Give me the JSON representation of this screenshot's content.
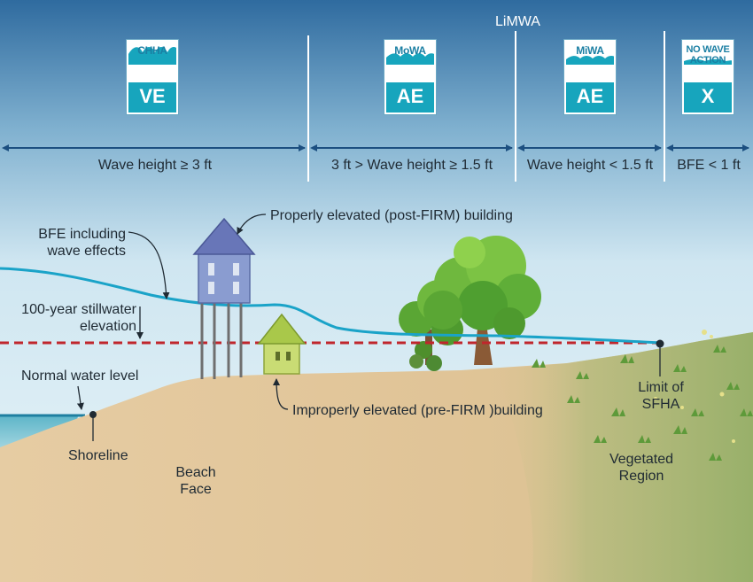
{
  "header": {
    "limwa_label": "LiMWA"
  },
  "zones": [
    {
      "badge_sub": "CHHA",
      "badge_zone": "VE",
      "wave_text": "Wave height ≥ 3 ft"
    },
    {
      "badge_sub": "MoWA",
      "badge_zone": "AE",
      "wave_text": "3 ft > Wave height ≥ 1.5 ft"
    },
    {
      "badge_sub": "MiWA",
      "badge_zone": "AE",
      "wave_text": "Wave height < 1.5 ft"
    },
    {
      "badge_sub": "NO WAVE ACTION",
      "badge_zone": "X",
      "wave_text": "BFE < 1 ft"
    }
  ],
  "labels": {
    "bfe": "BFE including wave effects",
    "stillwater": "100-year stillwater elevation",
    "normal_water": "Normal water level",
    "shoreline": "Shoreline",
    "beach_face": "Beach Face",
    "proper_building": "Properly elevated (post-FIRM) building",
    "improper_building": "Improperly elevated (pre-FIRM )building",
    "limit_sfha": "Limit of SFHA",
    "vegetated": "Vegetated Region"
  },
  "colors": {
    "sky_top": "#2f6b9f",
    "sky_bottom": "#d8ecf4",
    "wave_line": "#1aa3c8",
    "stillwater_line": "#c0262c",
    "sand": "#e2c69c",
    "vegetation": "#a9b77a",
    "badge": "#17a5bd",
    "arrow": "#1c4f80"
  }
}
